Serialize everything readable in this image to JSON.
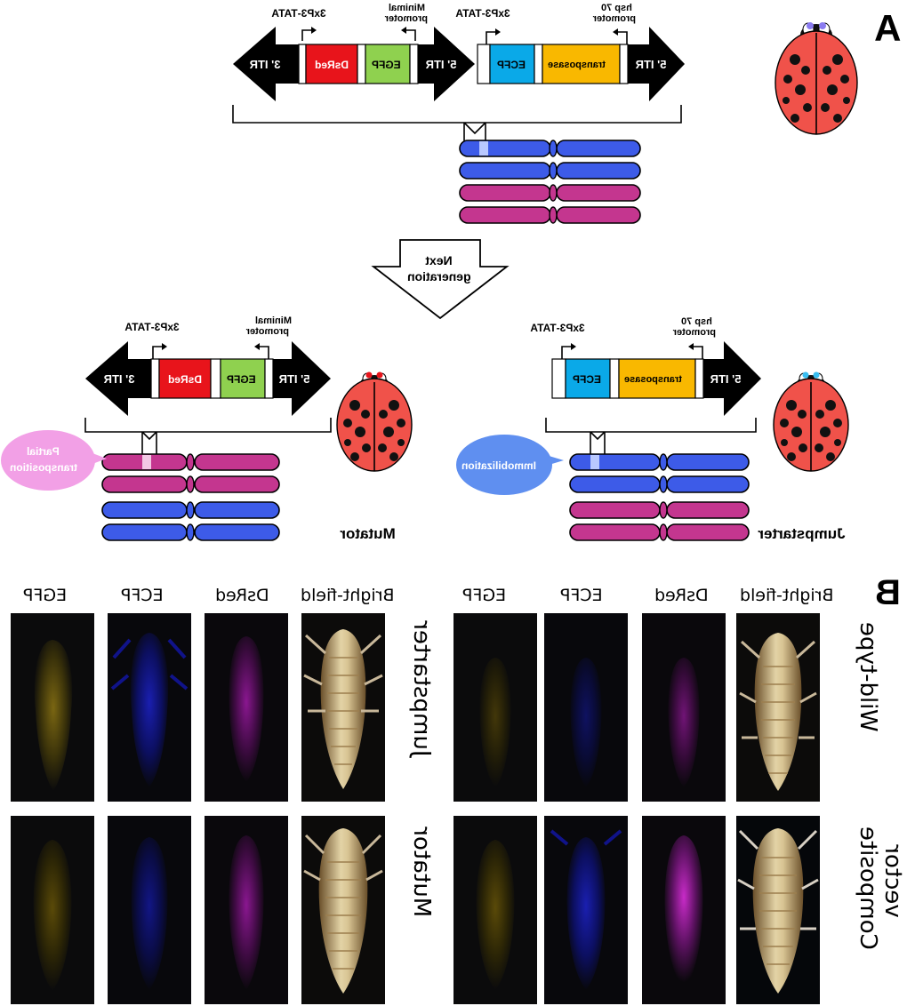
{
  "panel_a": {
    "letter": "A",
    "top_construct": {
      "left": {
        "label_3xp3": "3xP3-TATA",
        "label_minimal": [
          "Minimal",
          "promoter"
        ],
        "itr3": "3' ITR",
        "dsred": "DsRed",
        "egfp": "EGFP",
        "itr5": "5' ITR"
      },
      "right": {
        "label_3xp3": "3xP3-TATA",
        "label_hsp": [
          "hsp 70",
          "promoter"
        ],
        "ecfp": "ECFP",
        "transposase": "transposase",
        "itr5": "5' ITR"
      }
    },
    "next_generation": [
      "Next",
      "generation"
    ],
    "mutator_construct": {
      "label_3xp3": "3xP3-TATA",
      "label_minimal": [
        "Minimal",
        "promoter"
      ],
      "itr3": "3' ITR",
      "dsred": "DsRed",
      "egfp": "EGFP",
      "itr5": "5' ITR"
    },
    "jumpstarter_construct": {
      "label_3xp3": "3xP3-TATA",
      "label_hsp": [
        "hsp 70",
        "promoter"
      ],
      "ecfp": "ECFP",
      "transposase": "transposase",
      "itr5": "5' ITR"
    },
    "bubble_partial": [
      "Partial",
      "transposition"
    ],
    "bubble_immobilization": "Immobilization",
    "mutator_label": "Mutator",
    "jumpstarter_label": "Jumpstarter"
  },
  "panel_b": {
    "letter": "B",
    "columns": [
      "Bright-field",
      "DsRed",
      "ECFP",
      "EGFP"
    ],
    "rows_left": [
      "Jumpstarter",
      "Mutator"
    ],
    "rows_right": [
      "Wild-type",
      [
        "Composite",
        "vector"
      ]
    ]
  },
  "colors": {
    "dsred": "#e8141b",
    "egfp": "#8fd14f",
    "ecfp": "#0aa9e8",
    "transposase": "#f9b800",
    "chrom_blue": "#3d5be8",
    "chrom_magenta": "#c4368f",
    "bubble_pink": "#f2a0e6",
    "bubble_blue": "#5f8ff0",
    "ladybug_red": "#f0524a"
  }
}
